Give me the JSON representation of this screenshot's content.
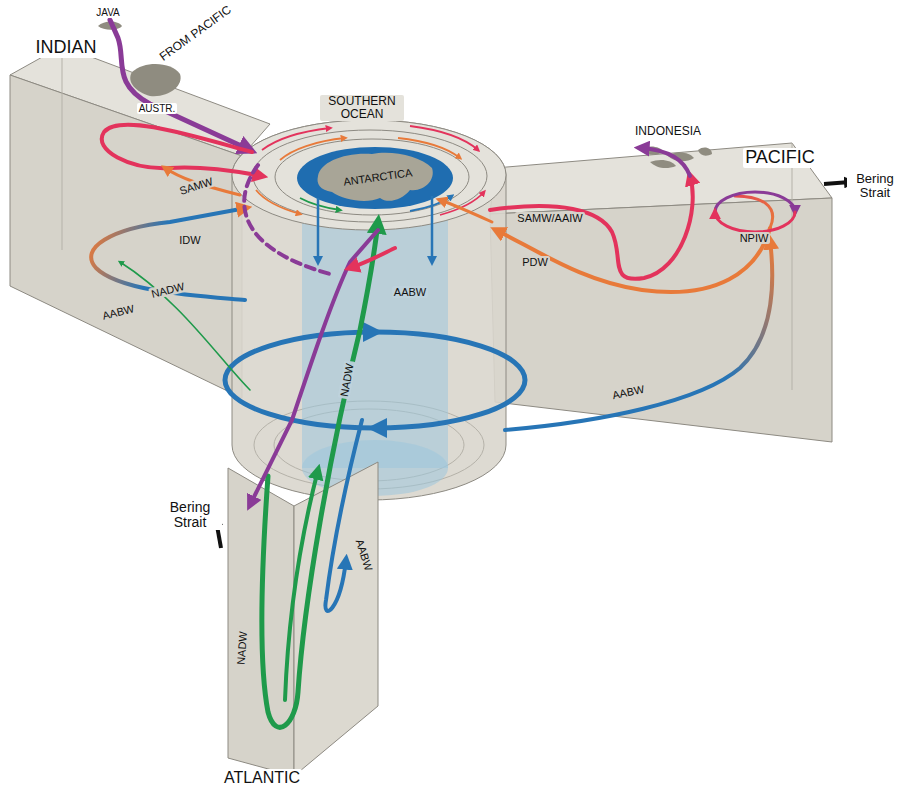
{
  "diagram": {
    "labels": [
      "JAVA",
      "FROM PACIFIC",
      "INDIAN",
      "AUSTR.",
      "SOUTHERN OCEAN",
      "ANTARCTICA",
      "INDONESIA",
      "PACIFIC",
      "Bering Strait",
      "SAMW",
      "SAMW/AAIW",
      "IDW",
      "PDW",
      "NPIW",
      "NADW",
      "AABW",
      "AABW",
      "AABW",
      "NADW",
      "Bering Strait",
      "AABW",
      "NADW",
      "ATLANTIC"
    ]
  }
}
